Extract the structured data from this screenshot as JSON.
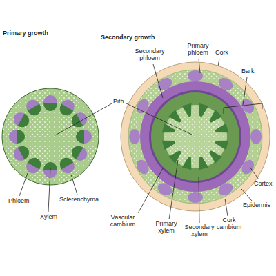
{
  "diagram": {
    "labels": [
      "Primary growth",
      "Secondary growth",
      "Pith",
      "Secondary phloem",
      "Primary phloem",
      "Cork",
      "Bark",
      "Phloem",
      "Xylem",
      "Sclerenchyma",
      "Vascular cambium",
      "Primary xylem",
      "Secondary xylem",
      "Cork cambium",
      "Epidermis",
      "Cortex"
    ]
  }
}
